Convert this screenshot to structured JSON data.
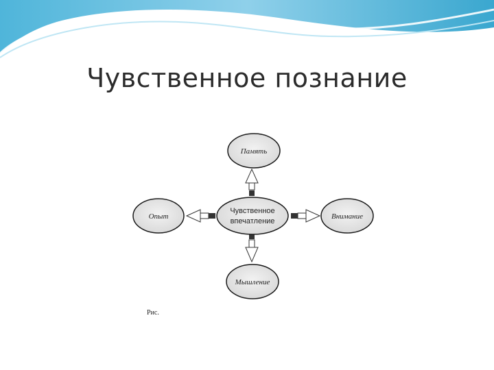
{
  "slide": {
    "title": "Чувственное познание"
  },
  "diagram": {
    "center": [
      "Чувственное",
      "впечатление"
    ],
    "top": "Память",
    "left": "Опыт",
    "right": "Внимание",
    "bottom": "Мышление",
    "caption": "Рис."
  },
  "colors": {
    "wave_dark": "#3aa7cf",
    "wave_light": "#a9dcef",
    "title_text": "#2b2b2b",
    "node_fill": "#e4e4e4",
    "node_stroke": "#1a1a1a"
  }
}
